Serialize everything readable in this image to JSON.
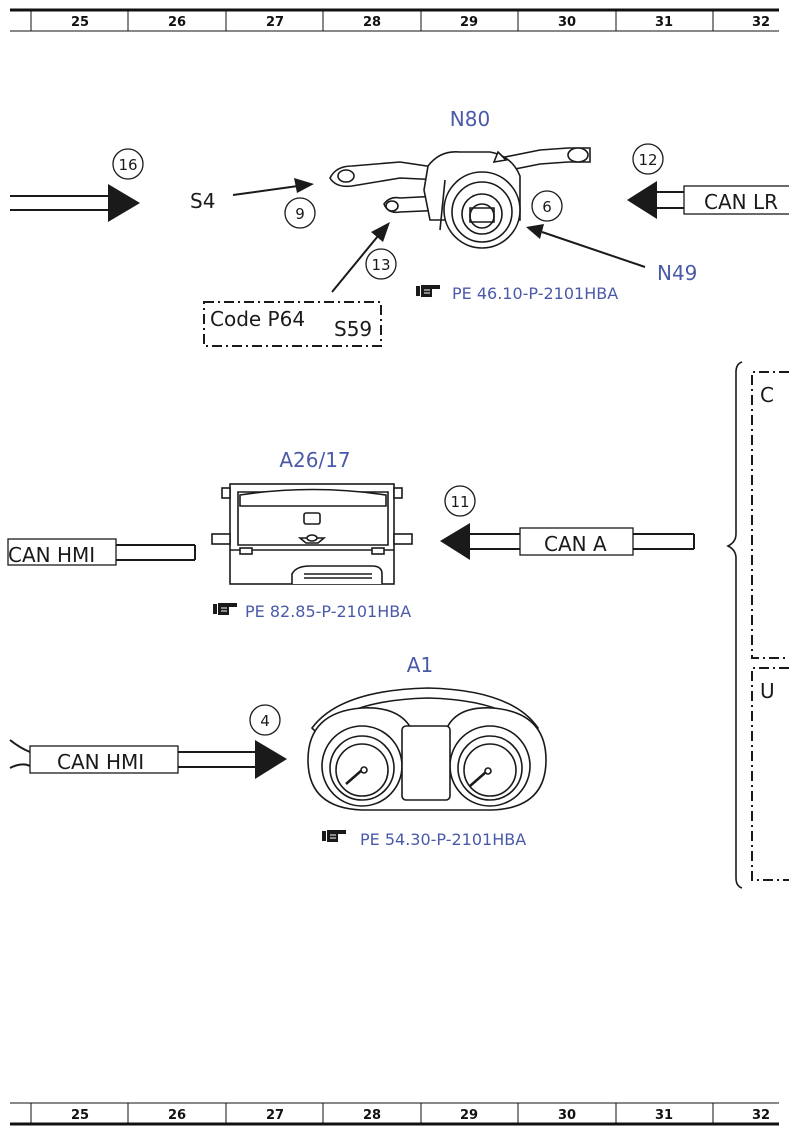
{
  "ruler": {
    "columns": [
      "25",
      "26",
      "27",
      "28",
      "29",
      "30",
      "31",
      "32"
    ]
  },
  "components": {
    "n80": {
      "designation": "N80",
      "component": "S4",
      "ref": "PE 46.10-P-2101HBA"
    },
    "n49": {
      "designation": "N49"
    },
    "s59": {
      "code": "Code P64",
      "designation": "S59"
    },
    "a26_17": {
      "designation": "A26/17",
      "ref": "PE 82.85-P-2101HBA"
    },
    "a1": {
      "designation": "A1",
      "ref": "PE 54.30-P-2101HBA"
    }
  },
  "buses": {
    "can_lr": "CAN LR",
    "can_hmi_1": "CAN HMI",
    "can_a": "CAN A",
    "can_hmi_2": "CAN HMI"
  },
  "callouts": [
    "16",
    "9",
    "13",
    "6",
    "12",
    "11",
    "4"
  ],
  "right_edge": {
    "box1_label": "C",
    "box2_label": "U"
  },
  "colors": {
    "designation_text": "#4a5aa8",
    "line": "#1a1a1a"
  }
}
